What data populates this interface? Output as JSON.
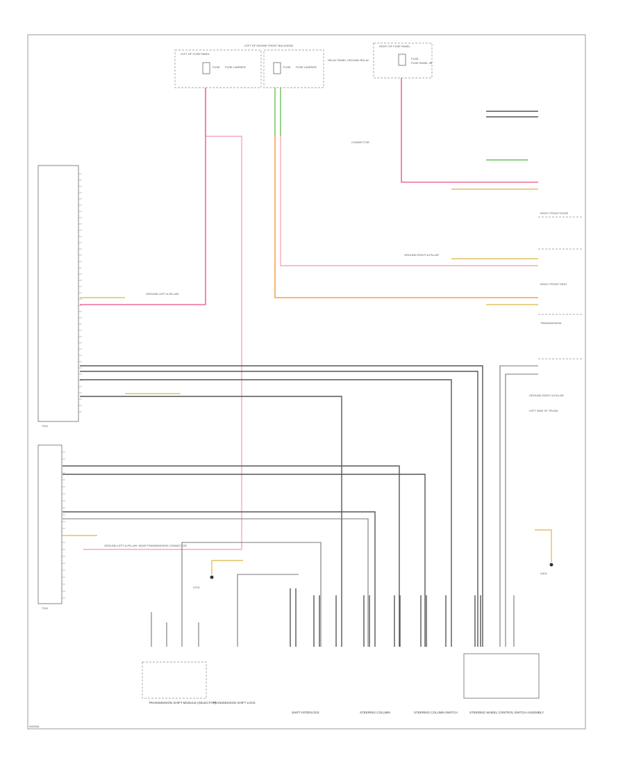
{
  "diagram": {
    "footer_code": "0W2561",
    "labels": {
      "fuse_block_left": "LEFT OF FUSE PANEL",
      "fuse_block_mid": "LEFT OF ENGINE FRONT BULKHEAD",
      "fuse_block_right": "RIGHT OF FUSE PANEL",
      "fuse_a": "FUSE",
      "fuse_b": "FUSE",
      "fuse_c": "FUSE",
      "fuse_a_note": "FUSE CARRIER",
      "fuse_b_note": "FUSE CARRIER",
      "fuse_c_note": "FUSE PANEL 3E",
      "relay_note": "RELAY PANEL GROUND RELAY",
      "module_top": "TCM",
      "module_bottom": "TCM",
      "splice_left": "GROUND LEFT A-PILLAR",
      "splice_mid": "GROUND LEFT A-PILLAR, NEAR TRANSMISSION CONNECTOR",
      "splice_center": "GROUND RIGHT A-PILLAR",
      "splice_top_right": "CONNECTOR",
      "right_conn_1": "RIGHT FRONT DOOR",
      "right_conn_2": "RIGHT FRONT SEAT",
      "right_conn_3": "TRANSMISSION",
      "right_conn_4": "GROUND RIGHT A-PILLAR",
      "right_conn_5": "LEFT SIDE OF TRUNK",
      "bottom_1": "TRANSMISSION SHIFT MODULE (SELECTOR)",
      "bottom_2": "TRANSMISSION SHIFT LOCK",
      "bottom_3": "SHIFT INTERLOCK",
      "bottom_4": "STEERING COLUMN",
      "bottom_5": "STEERING COLUMN SWITCH",
      "bottom_6": "STEERING WHEEL CONTROL SWITCH ASSEMBLY",
      "ground_1": "G101",
      "ground_2": "G401"
    }
  }
}
